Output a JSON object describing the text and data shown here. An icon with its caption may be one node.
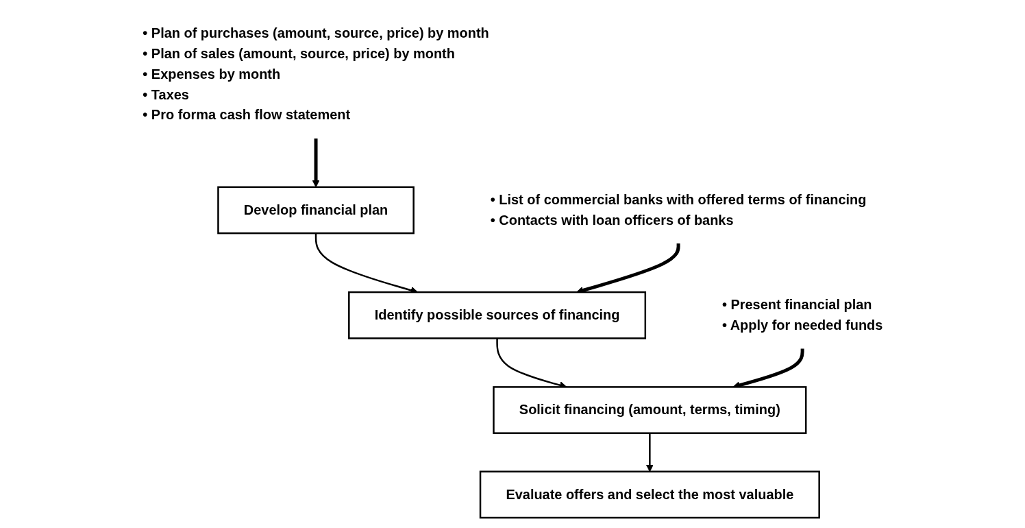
{
  "diagram": {
    "nodes": [
      {
        "text": [
          "Develop financial plan"
        ]
      },
      {
        "text": [
          "• Plan of purchases (amount, source, price) by month",
          "• Plan of sales (amount, source, price) by month",
          "• Expenses by month",
          "• Taxes",
          "• Pro forma cash flow statement"
        ]
      },
      {
        "text": [
          "Identify possible sources of financing"
        ]
      },
      {
        "text": [
          "• List of commercial banks with offered terms of financing",
          "• Contacts with loan officers of banks"
        ]
      },
      {
        "text": [
          "Solicit financing (amount, terms, timing)"
        ]
      },
      {
        "text": [
          "• Present financial plan",
          "• Apply for needed funds"
        ]
      },
      {
        "text": [
          "Evaluate offers and select the most valuable"
        ]
      }
    ],
    "edges": [
      {
        "from": 1,
        "to": 0,
        "arrow": "to",
        "style": "thick"
      },
      {
        "from": 0,
        "to": 2,
        "arrow": "to"
      },
      {
        "from": 3,
        "to": 2,
        "arrow": "to",
        "style": "thick"
      },
      {
        "from": 2,
        "to": 4,
        "arrow": "to"
      },
      {
        "from": 5,
        "to": 4,
        "arrow": "to",
        "style": "thick"
      },
      {
        "from": 4,
        "to": 6,
        "arrow": "to"
      }
    ]
  }
}
